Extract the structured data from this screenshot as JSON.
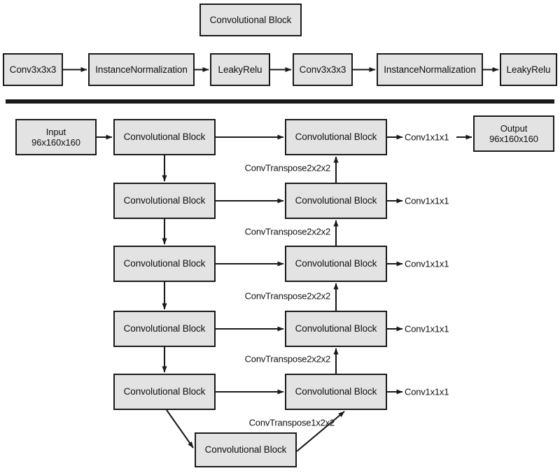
{
  "figure": {
    "title_block": {
      "label": "Convolutional Block"
    },
    "legend_row": {
      "items": [
        {
          "label": "Conv3x3x3"
        },
        {
          "label": "InstanceNormalization"
        },
        {
          "label": "LeakyRelu"
        },
        {
          "label": "Conv3x3x3"
        },
        {
          "label": "InstanceNormalization"
        },
        {
          "label": "LeakyRelu"
        }
      ]
    },
    "divider": {
      "color": "#1a1a1a"
    },
    "network": {
      "input": {
        "line1": "Input",
        "line2": "96x160x160"
      },
      "output": {
        "line1": "Output",
        "line2": "96x160x160"
      },
      "encoder": [
        {
          "label": "Convolutional Block"
        },
        {
          "label": "Convolutional Block"
        },
        {
          "label": "Convolutional Block"
        },
        {
          "label": "Convolutional Block"
        },
        {
          "label": "Convolutional Block"
        }
      ],
      "bottleneck": {
        "label": "Convolutional Block"
      },
      "decoder": [
        {
          "label": "Convolutional Block"
        },
        {
          "label": "Convolutional Block"
        },
        {
          "label": "Convolutional Block"
        },
        {
          "label": "Convolutional Block"
        },
        {
          "label": "Convolutional Block"
        }
      ],
      "head_labels": [
        {
          "label": "Conv1x1x1"
        },
        {
          "label": "Conv1x1x1"
        },
        {
          "label": "Conv1x1x1"
        },
        {
          "label": "Conv1x1x1"
        },
        {
          "label": "Conv1x1x1"
        }
      ],
      "upsample_labels": [
        {
          "label": "ConvTranspose2x2x2"
        },
        {
          "label": "ConvTranspose2x2x2"
        },
        {
          "label": "ConvTranspose2x2x2"
        },
        {
          "label": "ConvTranspose2x2x2"
        },
        {
          "label": "ConvTranspose1x2x2"
        }
      ]
    },
    "colors": {
      "node_fill": "#e3e3e3",
      "stroke": "#1a1a1a",
      "text": "#111111",
      "background": "#ffffff"
    }
  }
}
